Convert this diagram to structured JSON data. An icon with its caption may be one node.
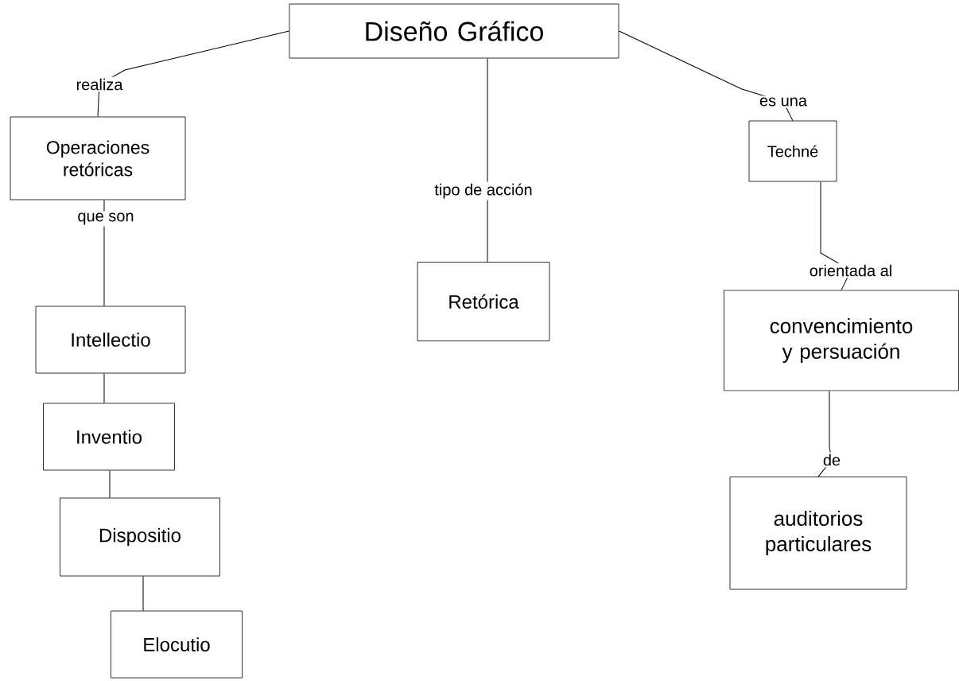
{
  "diagram": {
    "nodes": [
      {
        "text": [
          "Diseño Gráfico"
        ]
      },
      {
        "text": [
          "Operaciones retóricas"
        ]
      },
      {
        "text": [
          "Intellectio"
        ]
      },
      {
        "text": [
          "Inventio"
        ]
      },
      {
        "text": [
          "Dispositio"
        ]
      },
      {
        "text": [
          "Elocutio"
        ]
      },
      {
        "text": [
          "Retórica"
        ]
      },
      {
        "text": [
          "Techné"
        ]
      },
      {
        "text": [
          "convencimiento y persuación"
        ]
      },
      {
        "text": [
          "auditorios particulares"
        ]
      }
    ],
    "edges": [
      {
        "from": 0,
        "to": 1,
        "arrow": "none",
        "label": "realiza"
      },
      {
        "from": 1,
        "to": 2,
        "arrow": "none",
        "label": "que son"
      },
      {
        "from": 2,
        "to": 3,
        "arrow": "none"
      },
      {
        "from": 3,
        "to": 4,
        "arrow": "none"
      },
      {
        "from": 4,
        "to": 5,
        "arrow": "none"
      },
      {
        "from": 0,
        "to": 6,
        "arrow": "none",
        "label": "tipo de acción"
      },
      {
        "from": 0,
        "to": 7,
        "arrow": "none",
        "label": "es una"
      },
      {
        "from": 7,
        "to": 8,
        "arrow": "none",
        "label": "orientada al"
      },
      {
        "from": 8,
        "to": 9,
        "arrow": "none",
        "label": "de"
      }
    ]
  }
}
